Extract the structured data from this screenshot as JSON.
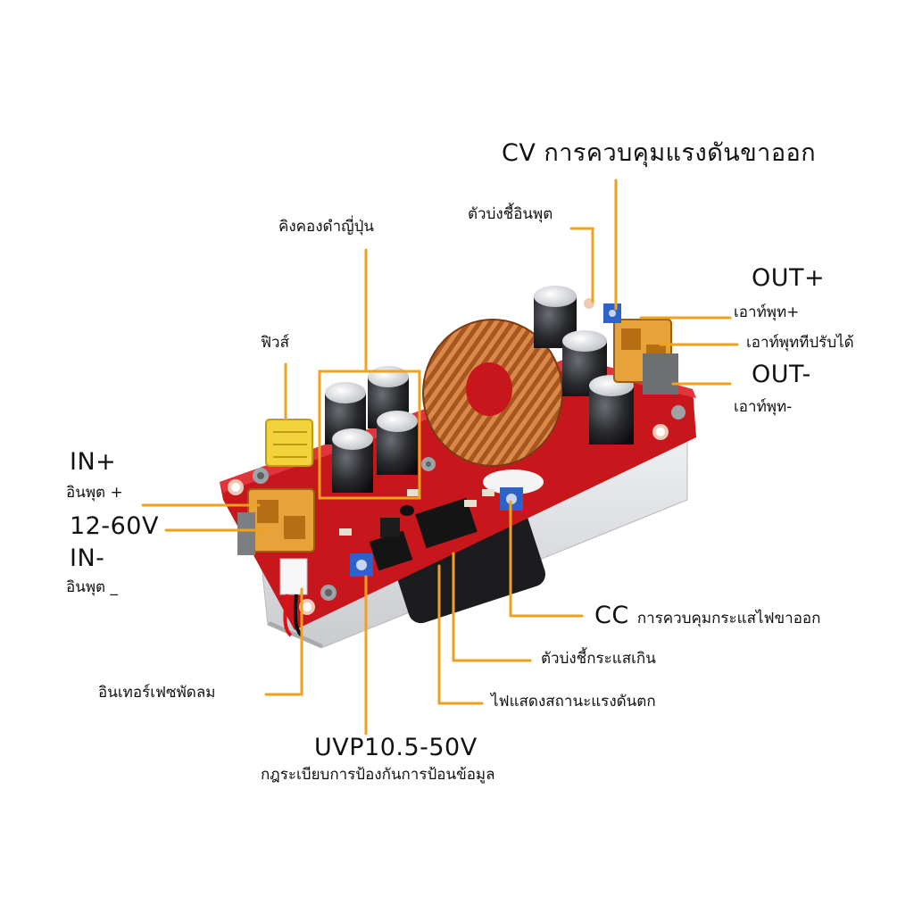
{
  "labels": {
    "cv": "CV การควบคุมแรงดันขาออก",
    "out_indicator": "ตัวบ่งชี้อินพุต",
    "japan_caps": "คิงคองดำญี่ปุ่น",
    "fuse": "ฟิวส์",
    "out_plus": "OUT+",
    "out_plus_th": "เอาท์พุท+",
    "out_adjustable": "เอาท์พุททีปรับได้",
    "out_minus": "OUT-",
    "out_minus_th": "เอาท์พุท-",
    "in_plus": "IN+",
    "in_plus_th": "อินพุต +",
    "voltage_range": "12-60V",
    "in_minus": "IN-",
    "in_minus_th": "อินพุต _",
    "cc_prefix": "CC",
    "cc_text": "การควบคุมกระแสไฟขาออก",
    "overcurrent_indicator": "ตัวบ่งชี้กระแสเกิน",
    "fan_interface": "อินเทอร์เฟซพัดลม",
    "undervoltage_indicator": "ไฟแสดงสถานะแรงดันตก",
    "uvp": "UVP10.5-50V",
    "uvp_th": "กฎระเบียบการป้องกันการป้อนข้อมูล"
  },
  "colors": {
    "leader": "#f0a21e",
    "pcb": "#c8161d",
    "heatsink": "#dfe1e4",
    "copper": "#b8642a"
  }
}
